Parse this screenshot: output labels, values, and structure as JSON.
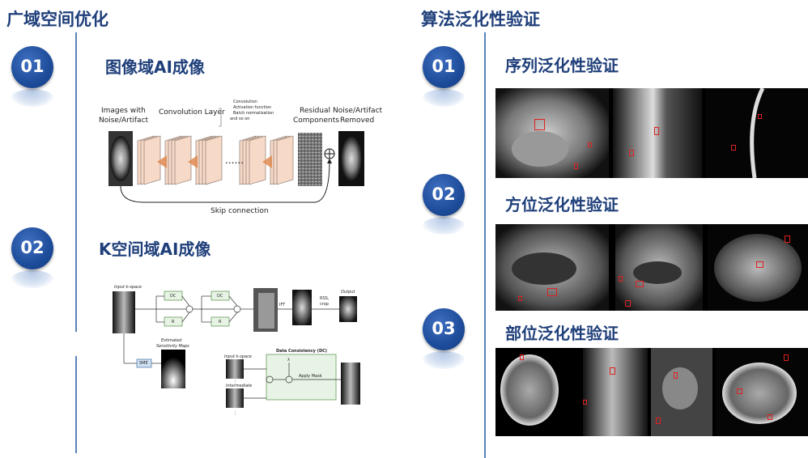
{
  "left": {
    "title": "广域空间优化",
    "items": [
      {
        "num": "01",
        "label": "图像域AI成像"
      },
      {
        "num": "02",
        "label": "K空间域AI成像"
      }
    ],
    "diagram1": {
      "images_with": "Images with",
      "noise_artifact": "Noise/Artifact",
      "conv_layer": "Convolution Layer",
      "bullets": [
        "Convolution",
        "Activation function",
        "Batch normalization",
        "and so on"
      ],
      "residual": "Residual",
      "components": "Components",
      "noise_artifact2": "Noise/Artifact",
      "removed": "Removed",
      "skip": "Skip connection"
    },
    "diagram2": {
      "input_kspace": "Input k-space",
      "dc": "DC",
      "r": "R",
      "ift": "IFT",
      "rss": "RSS,",
      "crop": "crop",
      "output": "Output",
      "est1": "Estimated",
      "est2": "Sensitivity Maps",
      "sme": "SME",
      "dc_title": "Data Consistency (DC)",
      "input_kspace2": "Input k-space",
      "intermediate": "Intermediate",
      "lambda": "λ",
      "apply_mask": "Apply Mask",
      "dots": "⋮"
    }
  },
  "right": {
    "title": "算法泛化性验证",
    "items": [
      {
        "num": "01",
        "label": "序列泛化性验证"
      },
      {
        "num": "02",
        "label": "方位泛化性验证"
      },
      {
        "num": "03",
        "label": "部位泛化性验证"
      }
    ]
  },
  "colors": {
    "title": "#1f3f7a",
    "badge": "#1d4c9a",
    "line": "#5b82b8"
  }
}
